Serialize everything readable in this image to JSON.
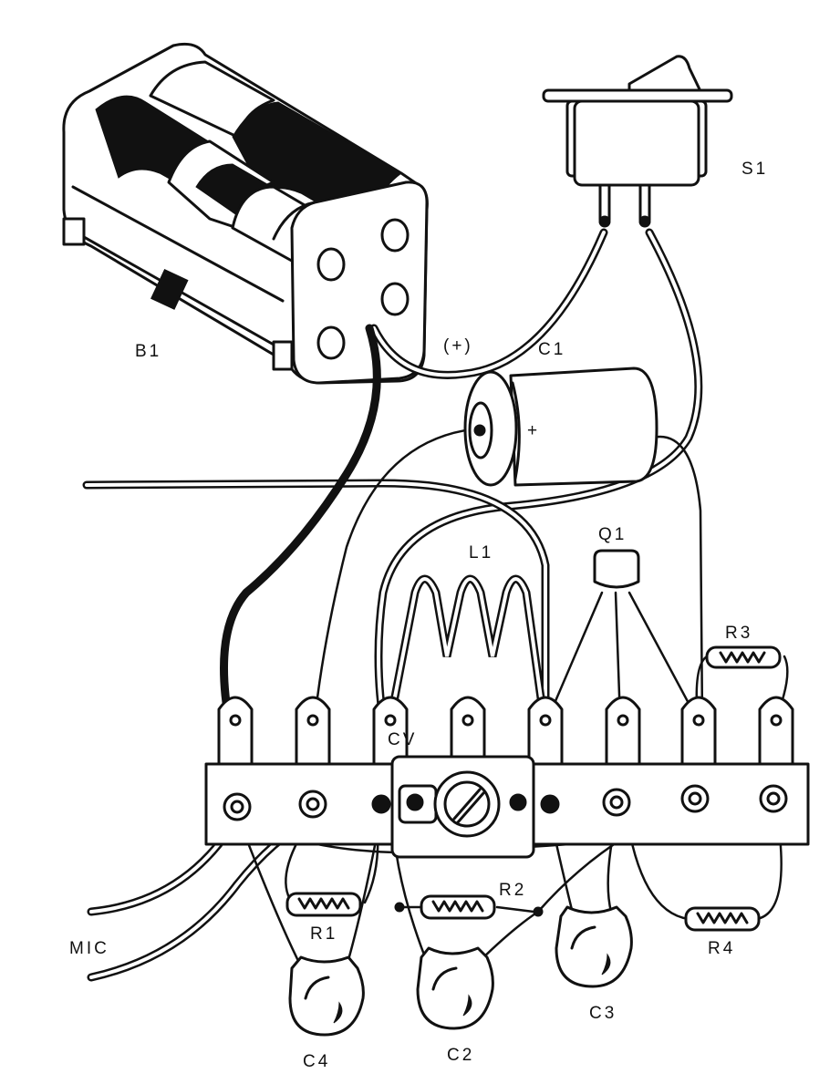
{
  "diagram": {
    "title": "Component assembly wiring diagram",
    "colors": {
      "ink": "#111111",
      "paper": "#ffffff"
    },
    "components": {
      "battery": {
        "label": "B1",
        "kind": "4-cell battery holder"
      },
      "switch": {
        "label": "S1",
        "kind": "rocker switch"
      },
      "c1": {
        "label": "C1",
        "kind": "electrolytic capacitor",
        "polarity_mark": "+"
      },
      "polarity": {
        "label": "(+)"
      },
      "inductor": {
        "label": "L1",
        "kind": "air-core coil"
      },
      "transistor": {
        "label": "Q1",
        "kind": "transistor"
      },
      "trimmer": {
        "label": "CV",
        "kind": "trimmer capacitor"
      },
      "r1": {
        "label": "R1",
        "kind": "resistor"
      },
      "r2": {
        "label": "R2",
        "kind": "resistor"
      },
      "r3": {
        "label": "R3",
        "kind": "resistor"
      },
      "r4": {
        "label": "R4",
        "kind": "resistor"
      },
      "c2": {
        "label": "C2",
        "kind": "ceramic disc capacitor"
      },
      "c3": {
        "label": "C3",
        "kind": "ceramic disc capacitor"
      },
      "c4": {
        "label": "C4",
        "kind": "ceramic disc capacitor"
      },
      "mic": {
        "label": "MIC",
        "kind": "microphone leads"
      }
    },
    "terminal_strip": {
      "lug_count": 8
    }
  }
}
